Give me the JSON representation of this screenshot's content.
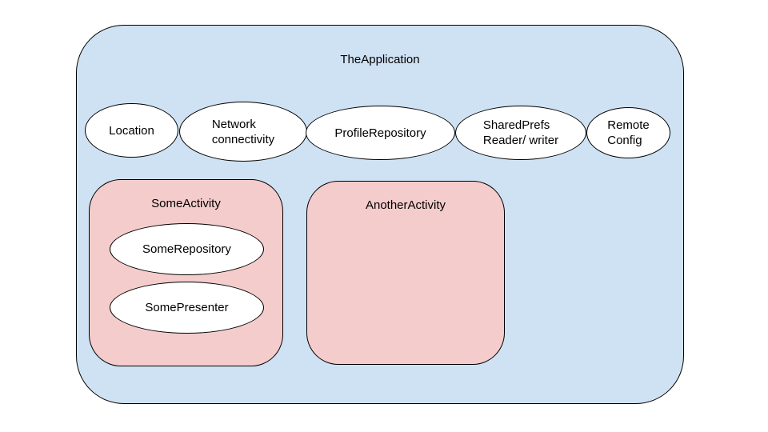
{
  "colors": {
    "application_fill": "#cfe2f3",
    "activity_fill": "#f4cccc",
    "node_fill": "#ffffff",
    "outline": "#000000"
  },
  "application": {
    "label": "TheApplication",
    "singletons": {
      "location": {
        "lines": [
          "Location"
        ]
      },
      "network": {
        "lines": [
          "Network",
          "connectivity"
        ]
      },
      "profile": {
        "lines": [
          "ProfileRepository"
        ]
      },
      "sharedprefs": {
        "lines": [
          "SharedPrefs",
          "Reader/ writer"
        ]
      },
      "remote_config": {
        "lines": [
          "Remote",
          "Config"
        ]
      }
    },
    "activities": {
      "some_activity": {
        "label": "SomeActivity",
        "nodes": {
          "some_repository": {
            "label": "SomeRepository"
          },
          "some_presenter": {
            "label": "SomePresenter"
          }
        }
      },
      "another_activity": {
        "label": "AnotherActivity"
      }
    }
  }
}
